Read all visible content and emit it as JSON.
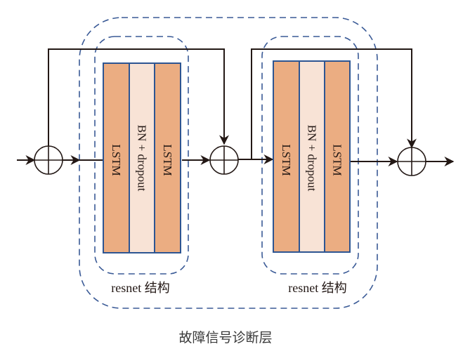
{
  "title": "故障信号诊断层",
  "colors": {
    "lstm_fill": "#ebad82",
    "bn_fill": "#f8e3d6",
    "block_border": "#2d5592",
    "dashed": "#3a5a96",
    "line": "#231815"
  },
  "blocks": [
    {
      "group_label": "resnet 结构",
      "layers": [
        {
          "type": "lstm",
          "label": "LSTM"
        },
        {
          "type": "bn",
          "label": "BN + dropout"
        },
        {
          "type": "lstm",
          "label": "LSTM"
        }
      ]
    },
    {
      "group_label": "resnet 结构",
      "layers": [
        {
          "type": "lstm",
          "label": "LSTM"
        },
        {
          "type": "bn",
          "label": "BN + dropout"
        },
        {
          "type": "lstm",
          "label": "LSTM"
        }
      ]
    }
  ],
  "adders": [
    {
      "symbol": "plus-circle"
    },
    {
      "symbol": "plus-circle"
    },
    {
      "symbol": "plus-circle"
    }
  ]
}
